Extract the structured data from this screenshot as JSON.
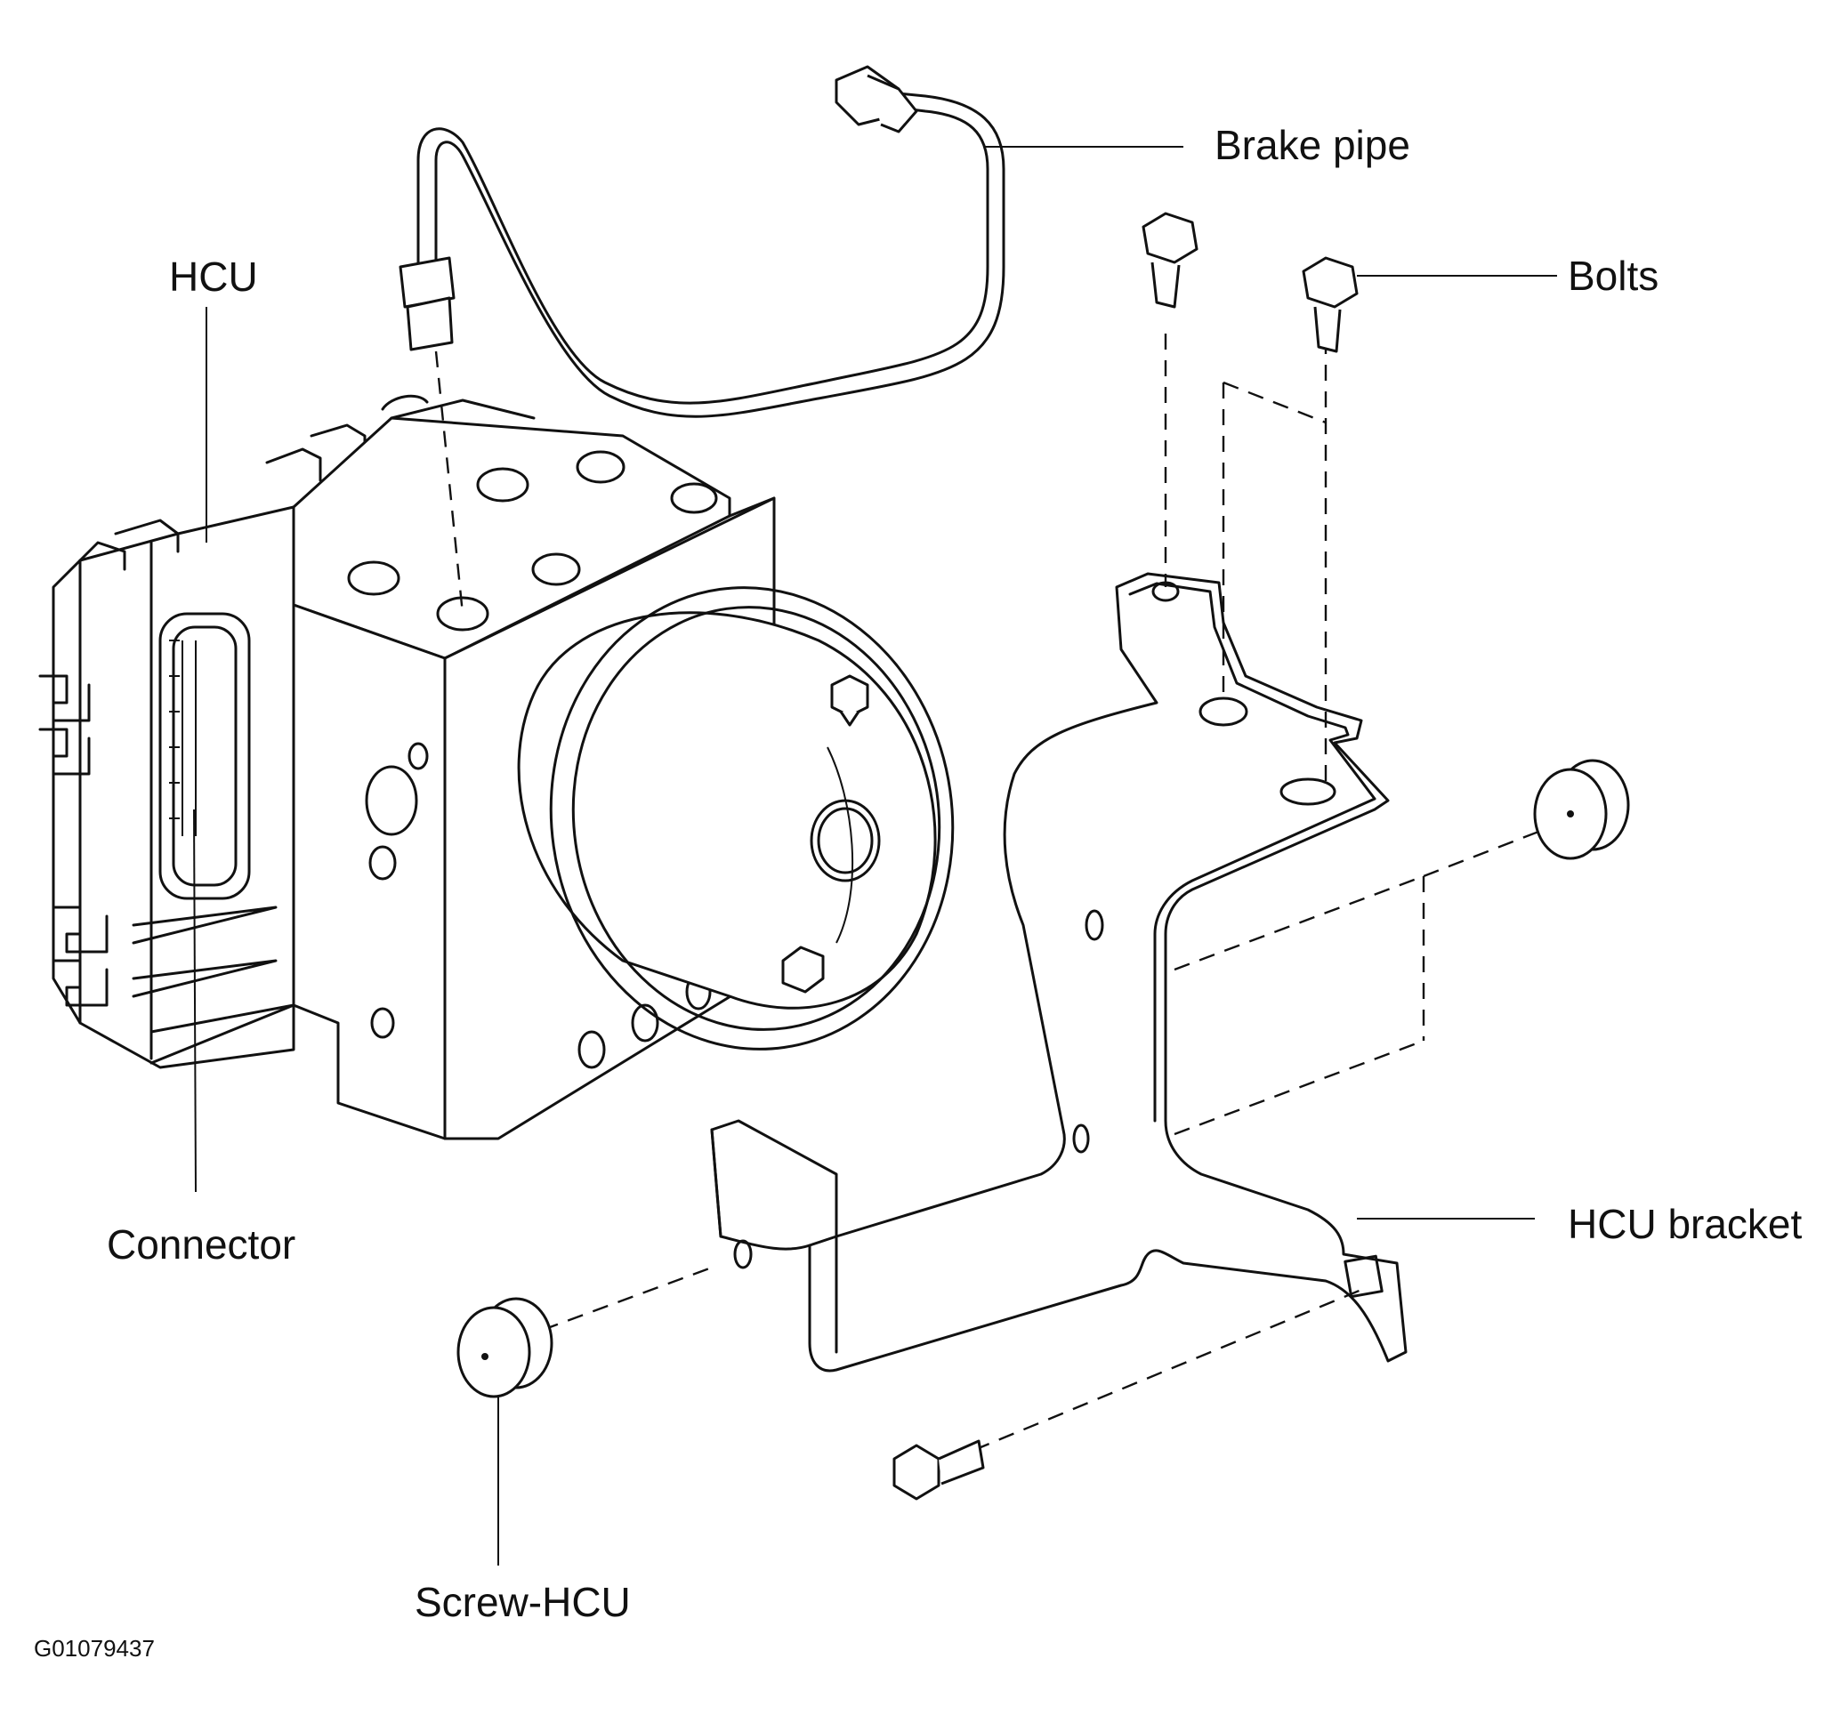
{
  "labels": {
    "brake_pipe": "Brake pipe",
    "bolts": "Bolts",
    "hcu": "HCU",
    "connector": "Connector",
    "hcu_bracket": "HCU bracket",
    "screw_hcu": "Screw-HCU"
  },
  "figure_id": "G01079437"
}
